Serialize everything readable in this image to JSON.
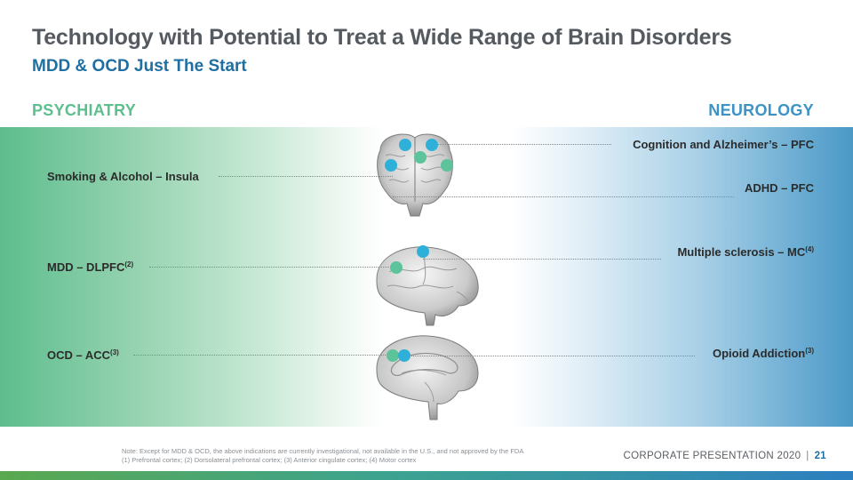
{
  "header": {
    "title": "Technology with Potential to Treat a Wide Range of Brain Disorders",
    "subtitle": "MDD & OCD Just The Start"
  },
  "sections": {
    "left": "PSYCHIATRY",
    "right": "NEUROLOGY"
  },
  "psychiatry": [
    {
      "label": "Smoking & Alcohol – Insula",
      "sup": ""
    },
    {
      "label": "MDD – DLPFC",
      "sup": "(2)"
    },
    {
      "label": "OCD – ACC",
      "sup": "(3)"
    }
  ],
  "neurology": [
    {
      "label": "Cognition and Alzheimer’s – PFC",
      "sup": ""
    },
    {
      "label": "ADHD – PFC",
      "sup": ""
    },
    {
      "label": "Multiple sclerosis – MC",
      "sup": "(4)"
    },
    {
      "label": "Opioid Addiction",
      "sup": "(3)"
    }
  ],
  "colors": {
    "green_dot": "#5cc39a",
    "blue_dot": "#2fb0d8",
    "title": "#555a60",
    "subtitle": "#1f6fa3"
  },
  "footer": {
    "note_line1": "Note: Except for MDD & OCD, the above indications are currently investigational, not available in the U.S., and not approved by the FDA",
    "note_line2": "(1) Prefrontal cortex; (2) Dorsolateral prefrontal cortex; (3) Anterior cingulate cortex; (4) Motor cortex",
    "corporate": "CORPORATE PRESENTATION 2020",
    "separator": "|",
    "page": "21"
  }
}
